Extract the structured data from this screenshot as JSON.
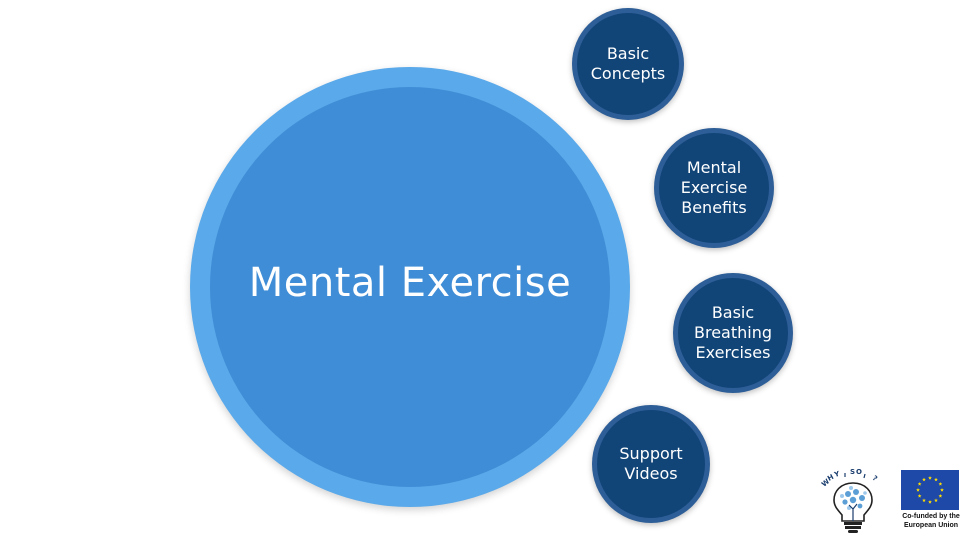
{
  "main": {
    "title": "Mental Exercise"
  },
  "topics": [
    {
      "label": "Basic\nConcepts"
    },
    {
      "label": "Mental\nExercise\nBenefits"
    },
    {
      "label": "Basic\nBreathing\nExercises"
    },
    {
      "label": "Support\nVideos"
    }
  ],
  "logos": {
    "project_letters": "WHY SO ?",
    "eu_label": "Co-funded by the European Union"
  },
  "colors": {
    "main_outer": "#5aa9ea",
    "main_inner": "#3f8dd6",
    "bubble": "#114477",
    "eu_blue": "#1e49a8",
    "eu_star": "#ffdd00"
  }
}
